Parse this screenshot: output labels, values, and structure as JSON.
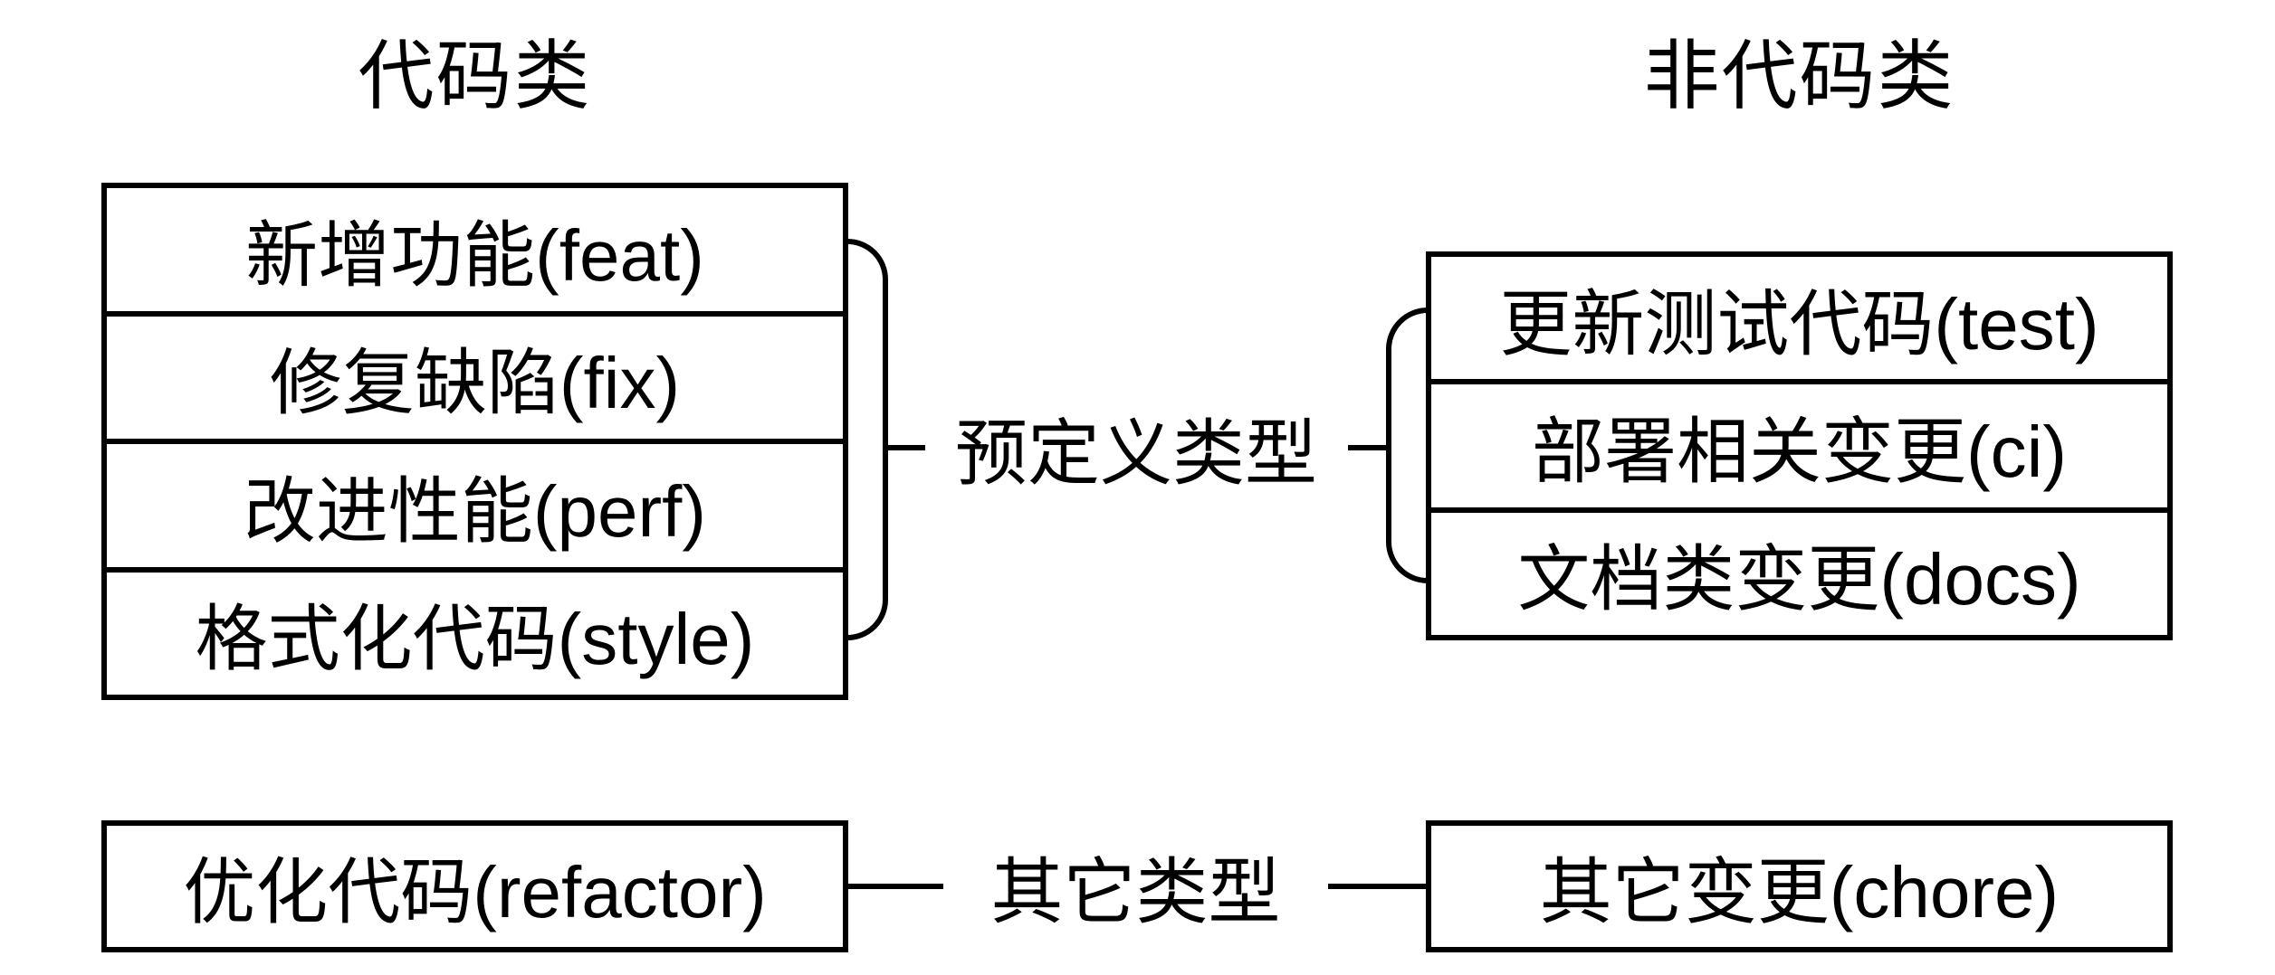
{
  "page": {
    "background": "#ffffff",
    "stroke_color": "#000000",
    "text_color": "#000000"
  },
  "columns": {
    "code": {
      "title": "代码类",
      "predefined_types": [
        "新增功能(feat)",
        "修复缺陷(fix)",
        "改进性能(perf)",
        "格式化代码(style)"
      ],
      "other_type": "优化代码(refactor)"
    },
    "noncode": {
      "title": "非代码类",
      "predefined_types": [
        "更新测试代码(test)",
        "部署相关变更(ci)",
        "文档类变更(docs)"
      ],
      "other_type": "其它变更(chore)"
    }
  },
  "connector_labels": {
    "predefined": "预定义类型",
    "other": "其它类型"
  }
}
